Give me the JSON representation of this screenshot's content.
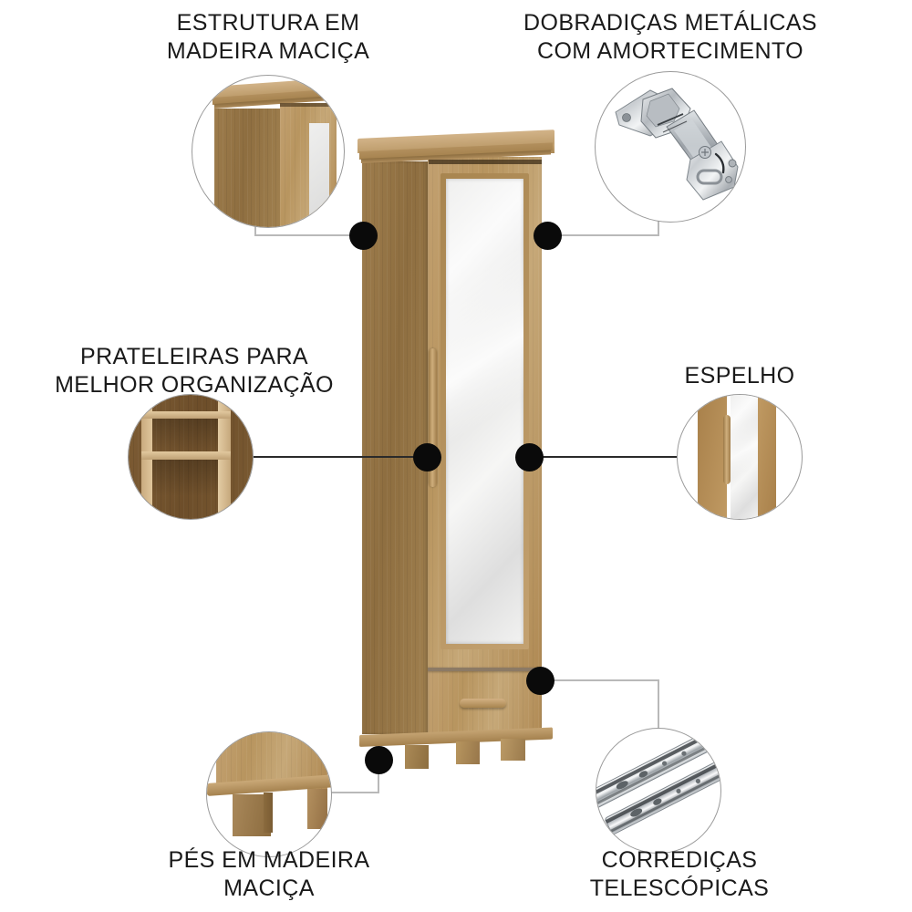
{
  "page": {
    "title": "Infográfico de características do armário de madeira maciça",
    "background_color": "#ffffff",
    "accent_dot_color": "#0a0a0a",
    "line_color": "#b9b9b9",
    "text_color": "#1a1a1a"
  },
  "features": [
    {
      "id": "estrutura",
      "label": "ESTRUTURA EM\nMADEIRA MACIÇA",
      "callout_icon": "cabinet-top-corner-detail",
      "position": "top-left"
    },
    {
      "id": "dobradicas",
      "label": "DOBRADIÇAS METÁLICAS\nCOM AMORTECIMENTO",
      "callout_icon": "metal-soft-close-hinge",
      "position": "top-right"
    },
    {
      "id": "prateleiras",
      "label": "PRATELEIRAS PARA\nMELHOR ORGANIZAÇÃO",
      "callout_icon": "interior-shelves-detail",
      "position": "middle-left"
    },
    {
      "id": "espelho",
      "label": "ESPELHO",
      "callout_icon": "mirror-door-detail",
      "position": "middle-right"
    },
    {
      "id": "pes",
      "label": "PÉS EM MADEIRA\nMACIÇA",
      "callout_icon": "solid-wood-foot-detail",
      "position": "bottom-left"
    },
    {
      "id": "corredicas",
      "label": "CORREDIÇAS\nTELESCÓPICAS",
      "callout_icon": "telescopic-drawer-slides",
      "position": "bottom-right"
    }
  ],
  "product": {
    "name": "armario-1-porta-com-espelho-e-1-gaveta",
    "colors": {
      "wood_front": "#bd9a68",
      "wood_side": "#94744a",
      "wood_top": "#c5a472",
      "wood_interior": "#74522d",
      "mirror": "#eeeeed"
    },
    "parts": [
      "crown-molding-top",
      "left-side-panel",
      "mirror-door",
      "door-handle",
      "bottom-drawer",
      "drawer-handle",
      "base-plinth",
      "wooden-feet"
    ],
    "feet_count": 3
  }
}
